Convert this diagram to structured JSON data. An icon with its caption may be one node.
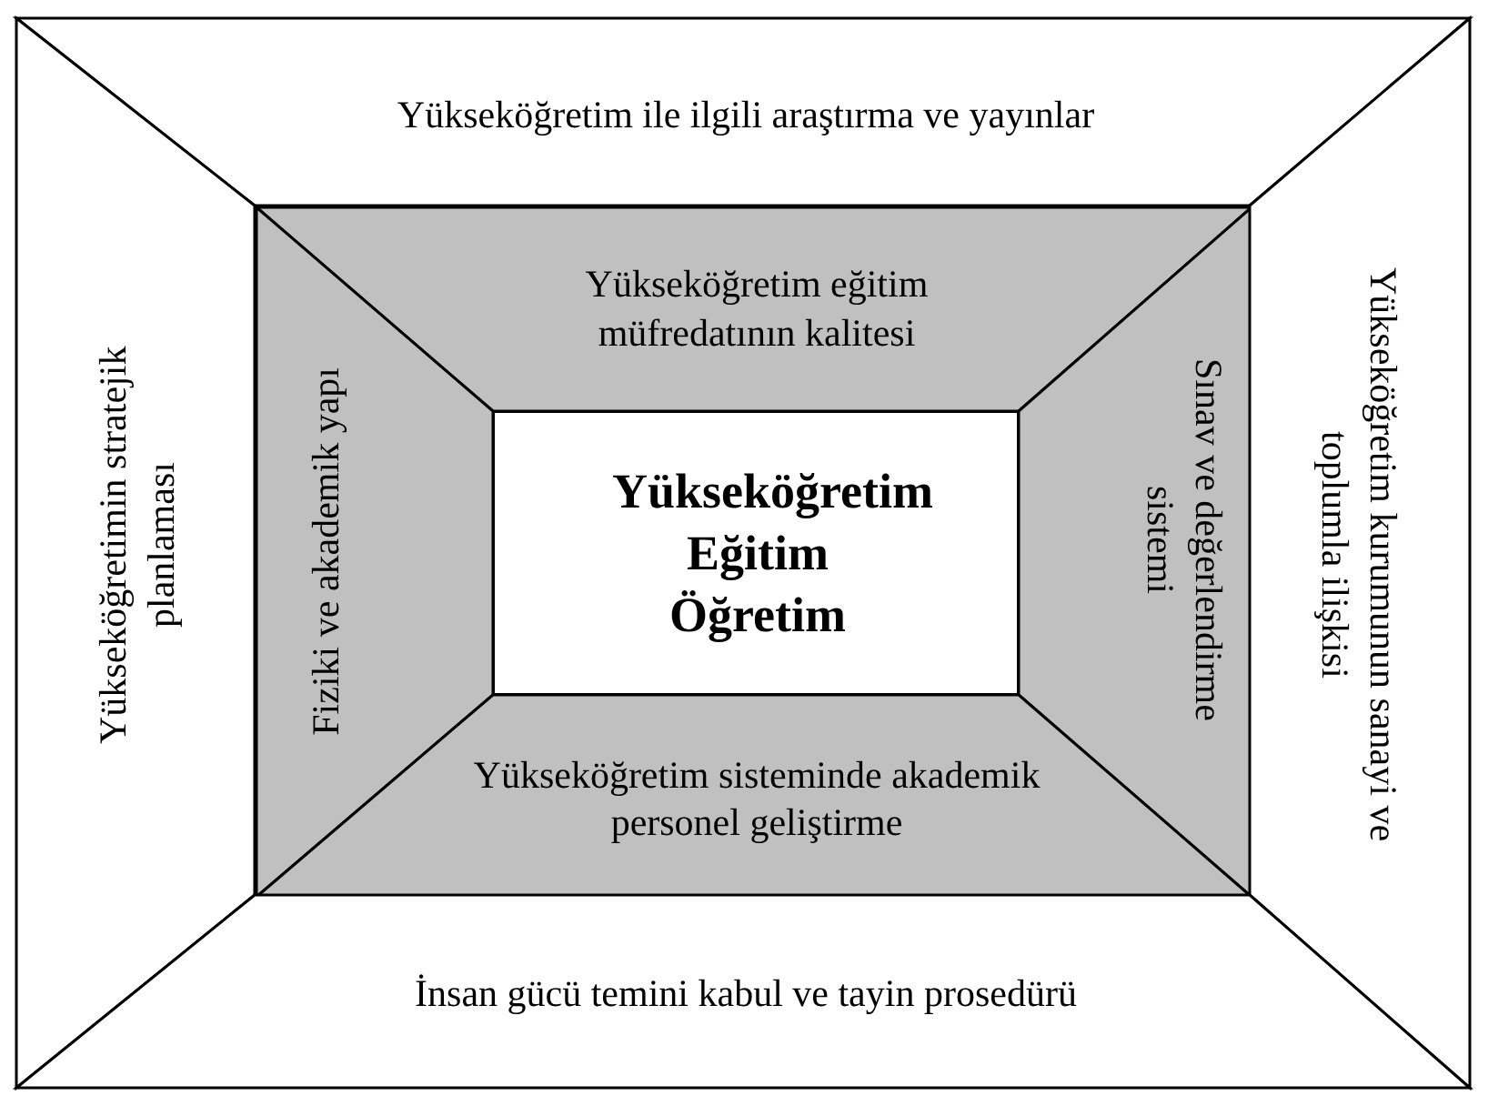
{
  "diagram": {
    "nodes": [
      {
        "text": [
          "Yükseköğretim ile ilgili araştırma ve yayınlar"
        ]
      },
      {
        "text": [
          "Yükseköğretimin stratejik planlaması"
        ]
      },
      {
        "text": [],
        "shape": "box"
      },
      {
        "text": [
          "Yükseköğretim eğitim müfredatının kalitesi"
        ],
        "in": 2
      },
      {
        "text": [
          "Fiziki ve akademik yapı"
        ],
        "in": 2
      },
      {
        "text": [
          "Yükseköğretim Eğitim Öğretim"
        ],
        "in": 2
      },
      {
        "text": [
          "Sınav ve değerlendirme sistemi"
        ],
        "in": 2
      },
      {
        "text": [
          "Yükseköğretim sisteminde akademik personel geliştirme"
        ],
        "in": 2
      },
      {
        "text": [
          "Yükseköğretim kurumunun sanayi ve toplumla ilişkisi"
        ]
      },
      {
        "text": [
          "İnsan gücü temini kabul ve tayin prosedürü"
        ]
      }
    ],
    "edges": []
  }
}
